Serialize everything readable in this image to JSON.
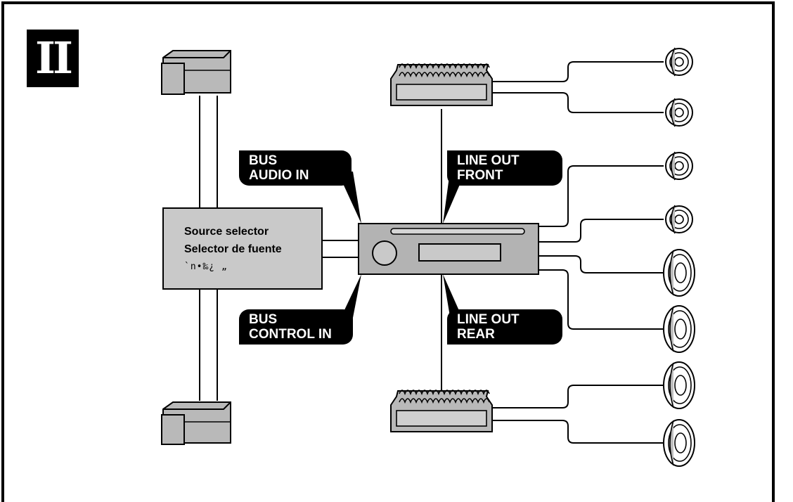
{
  "figure_number": "II",
  "source_selector": {
    "line1": "Source selector",
    "line2": "Selector de fuente",
    "line3": "`n•‰¿     „"
  },
  "callouts": {
    "bus_audio_in": [
      "BUS",
      "AUDIO IN"
    ],
    "bus_control_in": [
      "BUS",
      "CONTROL IN"
    ],
    "line_out_front": [
      "LINE OUT",
      "FRONT"
    ],
    "line_out_rear": [
      "LINE OUT",
      "REAR"
    ]
  },
  "components": {
    "cd_changers": 2,
    "amplifiers": 2,
    "tweeters": 4,
    "full_range_speakers": 4
  },
  "colors": {
    "device_fill": "#b9b9b9",
    "device_dark": "#7a7a7a",
    "label_bg": "#000000",
    "label_text": "#ffffff"
  }
}
